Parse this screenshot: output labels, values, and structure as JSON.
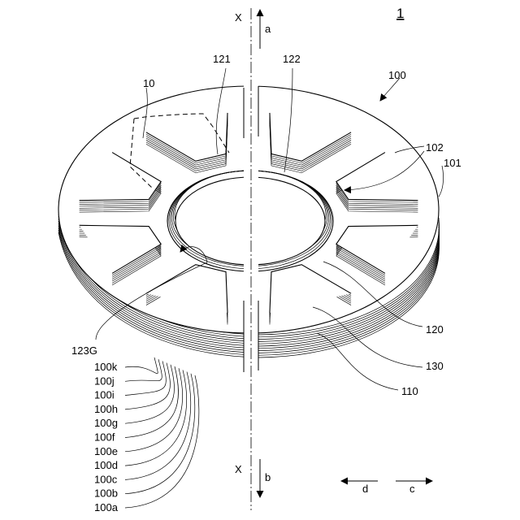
{
  "figure": {
    "number": "1",
    "axis_top": "X",
    "axis_bottom": "X",
    "dir_a": "a",
    "dir_b": "b",
    "dir_c": "c",
    "dir_d": "d"
  },
  "labels": {
    "assembly": "100",
    "item_10": "10",
    "item_121": "121",
    "item_122": "122",
    "item_102": "102",
    "item_101": "101",
    "item_120": "120",
    "item_130": "130",
    "item_110": "110",
    "item_123G": "123G"
  },
  "layers": [
    "100k",
    "100j",
    "100i",
    "100h",
    "100g",
    "100f",
    "100e",
    "100d",
    "100c",
    "100b",
    "100a"
  ]
}
